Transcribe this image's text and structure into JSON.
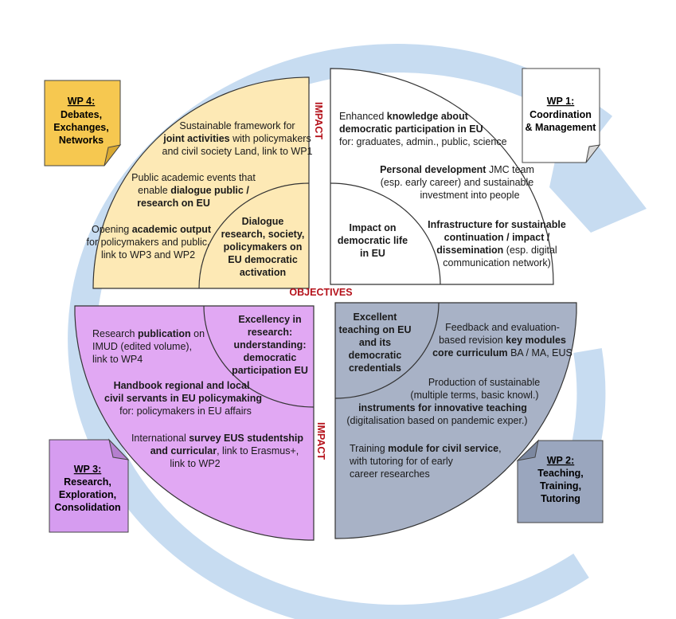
{
  "colors": {
    "ring": "#c7dcf1",
    "wp4": "#fde9b5",
    "wp4_note": "#f6c850",
    "wp1": "#ffffff",
    "wp3": "#e1a8f3",
    "wp3_note": "#d69cf0",
    "wp2": "#a8b2c6",
    "wp2_note": "#9aa6be",
    "accent_red": "#b5121b"
  },
  "labels": {
    "objectives": "OBJECTIVES",
    "impact_top": "IMPACT",
    "impact_bottom": "IMPACT"
  },
  "wp_notes": {
    "wp1": {
      "title": "WP 1:",
      "lines": [
        "Coordination",
        "& Management"
      ]
    },
    "wp2": {
      "title": "WP 2:",
      "lines": [
        "Teaching,",
        "Training,",
        "Tutoring"
      ]
    },
    "wp3": {
      "title": "WP 3:",
      "lines": [
        "Research,",
        "Exploration,",
        "Consolidation"
      ]
    },
    "wp4": {
      "title": "WP 4:",
      "lines": [
        "Debates,",
        "Exchanges,",
        "Networks"
      ]
    }
  },
  "quadrants": {
    "top_left": {
      "objective": [
        "Dialogue",
        "research, society,",
        "policymakers on",
        "EU democratic",
        "activation"
      ],
      "p1": {
        "l1a": "Sustainable framework for",
        "l2b": "joint activities",
        "l2c": " with policymakers",
        "l3a": "and civil society Land, link to WP1"
      },
      "p2": {
        "l1a": "Public academic events that",
        "l2a": "enable ",
        "l2b": "dialogue public /",
        "l3b": "research on EU"
      },
      "p3": {
        "l1a": "Opening ",
        "l1b": "academic output",
        "l2a": "for policymakers and public,",
        "l3a": "link to WP3 and WP2"
      }
    },
    "top_right": {
      "objective": [
        "Impact on",
        "democratic life",
        "in EU"
      ],
      "p1": {
        "l1a": "Enhanced ",
        "l1b": "knowledge about",
        "l2b": "democratic participation in EU",
        "l3a": "for: graduates, admin., public, science"
      },
      "p2": {
        "l1b": "Personal development",
        "l1c": " JMC team",
        "l2a": "(esp. early career) and sustainable",
        "l3a": "investment into people"
      },
      "p3": {
        "l1b": "Infrastructure for sustainable",
        "l2b": "continuation / impact /",
        "l3b": "dissemination",
        "l3c": " (esp. digital",
        "l4a": "communication network)"
      }
    },
    "bottom_left": {
      "objective": [
        "Excellency in",
        "research:",
        "understanding:",
        "democratic",
        "participation EU"
      ],
      "p1": {
        "l1a": "Research ",
        "l1b": "publication",
        "l1c": " on",
        "l2a": "IMUD (edited volume),",
        "l3a": "link to WP4"
      },
      "p2": {
        "l1b": "Handbook regional and local",
        "l2b": "civil servants in EU policymaking",
        "l3a": "for: policymakers in EU affairs"
      },
      "p3": {
        "l1a": "International ",
        "l1b": "survey EUS studentship",
        "l2b": "and curricular",
        "l2c": ", link to Erasmus+,",
        "l3a": "link to WP2"
      }
    },
    "bottom_right": {
      "objective": [
        "Excellent",
        "teaching on EU",
        "and its",
        "democratic",
        "credentials"
      ],
      "p1": {
        "l1a": "Feedback and evaluation-",
        "l2a": "based revision ",
        "l2b": "key modules",
        "l3b": "core curriculum",
        "l3c": " BA / MA, EUS"
      },
      "p2": {
        "l1a": "Production of sustainable",
        "l2a": "(multiple terms, basic knowl.)",
        "l3b": "instruments for innovative teaching",
        "l4a": "(digitalisation based on pandemic exper.)"
      },
      "p3": {
        "l1a": "Training ",
        "l1b": "module for civil service",
        "l1c": ",",
        "l2a": "with tutoring for of early",
        "l3a": "career researches"
      }
    }
  }
}
